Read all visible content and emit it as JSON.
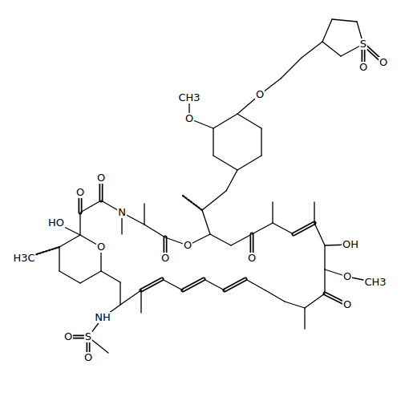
{
  "diagram": {
    "labels": [
      "S",
      "O",
      "O",
      "CH3",
      "O",
      "O",
      "O",
      "O",
      "N",
      "HO",
      "O",
      "O",
      "O",
      "O",
      "OH",
      "H3C",
      "O",
      "CH3",
      "O",
      "NH",
      "S",
      "O",
      "O"
    ]
  }
}
